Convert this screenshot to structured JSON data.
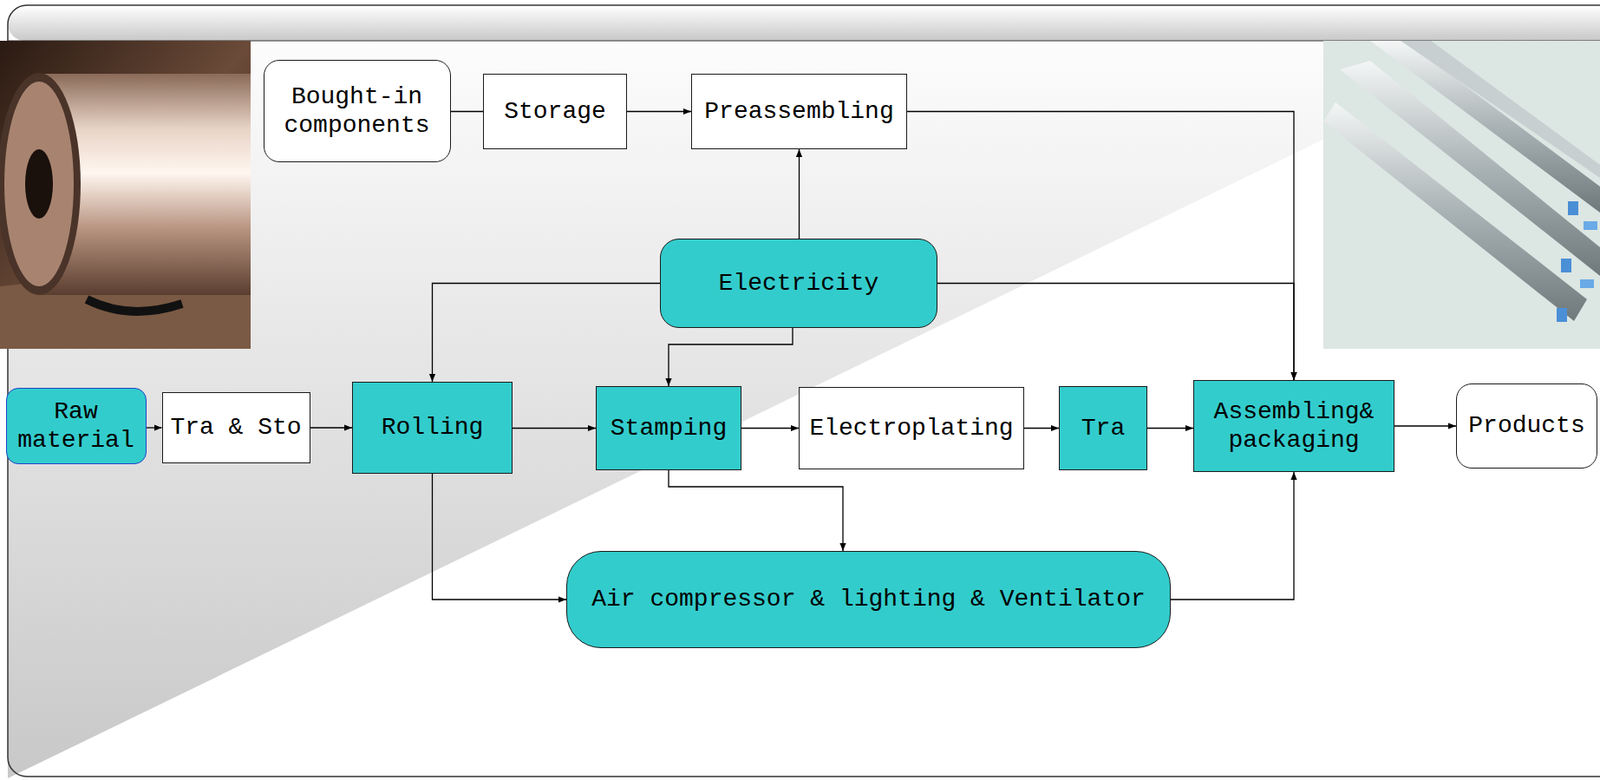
{
  "diagram": {
    "nodes": [
      {
        "text": [
          "Bought-in components"
        ]
      },
      {
        "text": [
          "Storage"
        ]
      },
      {
        "text": [
          "Preassembling"
        ]
      },
      {
        "text": [
          "Electricity"
        ]
      },
      {
        "text": [
          "Raw material"
        ]
      },
      {
        "text": [
          "Tra & Sto"
        ]
      },
      {
        "text": [
          "Rolling"
        ]
      },
      {
        "text": [
          "Stamping"
        ]
      },
      {
        "text": [
          "Electroplating"
        ]
      },
      {
        "text": [
          "Tra"
        ]
      },
      {
        "text": [
          "Assembling& packaging"
        ]
      },
      {
        "text": [
          "Products"
        ]
      },
      {
        "text": [
          "Air compressor & lighting & Ventilator"
        ]
      }
    ],
    "edges": [
      {
        "from": 0,
        "to": 1,
        "arrow": "none"
      },
      {
        "from": 1,
        "to": 2,
        "arrow": "to"
      },
      {
        "from": 2,
        "to": 10,
        "arrow": "to"
      },
      {
        "from": 3,
        "to": 2,
        "arrow": "to"
      },
      {
        "from": 3,
        "to": 6,
        "arrow": "to"
      },
      {
        "from": 3,
        "to": 7,
        "arrow": "to"
      },
      {
        "from": 3,
        "to": 10,
        "arrow": "to"
      },
      {
        "from": 4,
        "to": 5,
        "arrow": "to"
      },
      {
        "from": 5,
        "to": 6,
        "arrow": "to"
      },
      {
        "from": 6,
        "to": 7,
        "arrow": "to"
      },
      {
        "from": 7,
        "to": 8,
        "arrow": "to"
      },
      {
        "from": 8,
        "to": 9,
        "arrow": "to"
      },
      {
        "from": 9,
        "to": 10,
        "arrow": "to"
      },
      {
        "from": 10,
        "to": 11,
        "arrow": "to"
      },
      {
        "from": 6,
        "to": 12,
        "arrow": "to"
      },
      {
        "from": 7,
        "to": 12,
        "arrow": "to"
      },
      {
        "from": 12,
        "to": 10,
        "arrow": "to"
      }
    ]
  }
}
